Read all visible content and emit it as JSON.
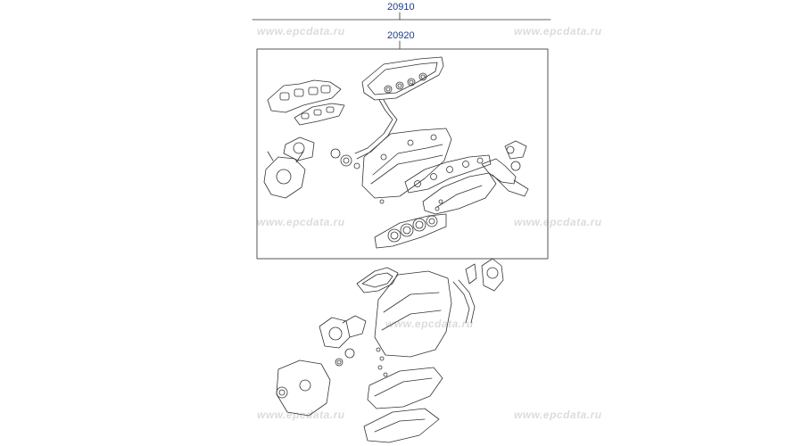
{
  "callouts": {
    "assembly": "20910",
    "upper_set": "20920"
  },
  "watermark": "www.epcdata.ru",
  "colors": {
    "callout_text": "#1a3a8a",
    "line": "#333333",
    "frame": "#555555",
    "watermark": "#dcdcdc"
  }
}
